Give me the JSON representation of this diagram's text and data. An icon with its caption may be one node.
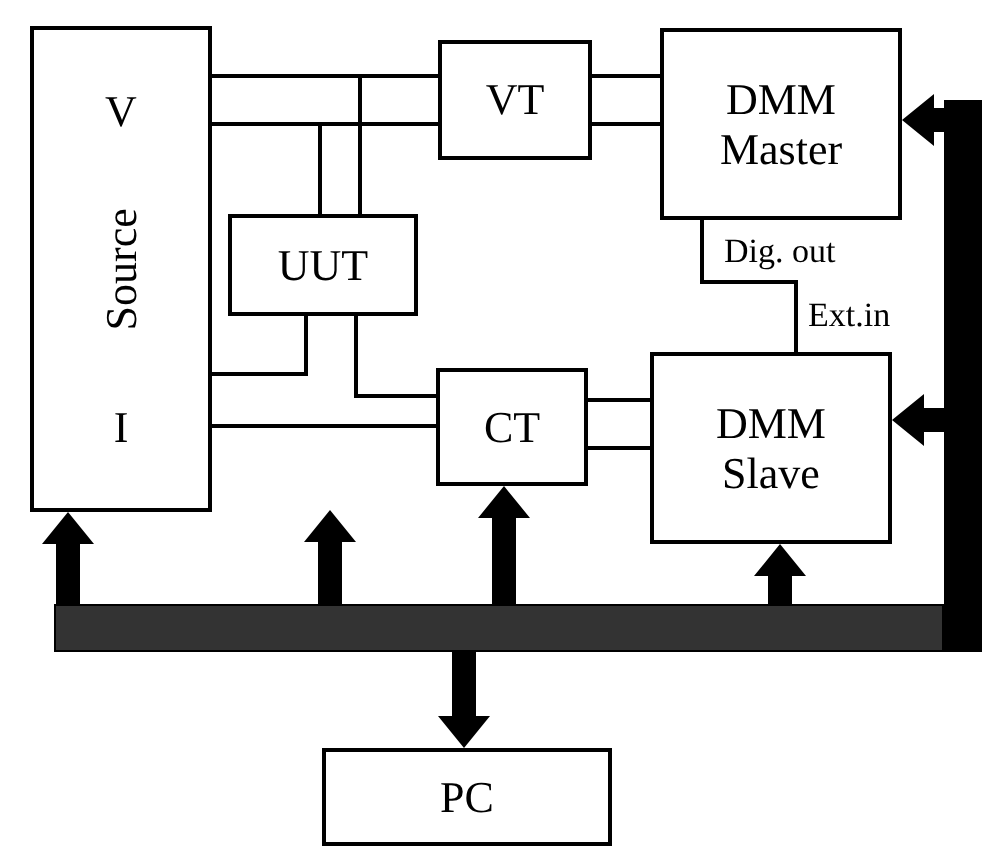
{
  "diagram": {
    "nodes": [
      {
        "text": [
          "V",
          "Source",
          "I"
        ]
      },
      {
        "text": [
          "VT"
        ]
      },
      {
        "text": [
          "DMM Master"
        ]
      },
      {
        "text": [
          "UUT"
        ]
      },
      {
        "text": [
          "CT"
        ]
      },
      {
        "text": [
          "DMM Slave"
        ]
      },
      {
        "text": [],
        "shape": "bar"
      },
      {
        "text": [],
        "shape": "bar"
      },
      {
        "text": [
          "PC"
        ]
      }
    ],
    "edges": [
      {
        "from": 0,
        "to": 1,
        "arrow": "none"
      },
      {
        "from": 0,
        "to": 1,
        "arrow": "none"
      },
      {
        "from": 3,
        "to": 1,
        "arrow": "none"
      },
      {
        "from": 3,
        "to": 1,
        "arrow": "none"
      },
      {
        "from": 1,
        "to": 2,
        "arrow": "none"
      },
      {
        "from": 1,
        "to": 2,
        "arrow": "none"
      },
      {
        "from": 3,
        "to": 0,
        "arrow": "none"
      },
      {
        "from": 3,
        "to": 4,
        "arrow": "none"
      },
      {
        "from": 0,
        "to": 4,
        "arrow": "none"
      },
      {
        "from": 4,
        "to": 5,
        "arrow": "none"
      },
      {
        "from": 4,
        "to": 5,
        "arrow": "none"
      },
      {
        "from": 2,
        "to": 5,
        "arrow": "none"
      },
      {
        "from": 6,
        "to": 0,
        "arrow": "to",
        "style": "thick"
      },
      {
        "from": 6,
        "to": null,
        "arrow": "to",
        "style": "thick"
      },
      {
        "from": 6,
        "to": 4,
        "arrow": "to",
        "style": "thick"
      },
      {
        "from": 6,
        "to": 5,
        "arrow": "to",
        "style": "thick"
      },
      {
        "from": 6,
        "to": 8,
        "arrow": "to",
        "style": "thick"
      },
      {
        "from": 7,
        "to": 2,
        "arrow": "to",
        "style": "thick"
      },
      {
        "from": 7,
        "to": 5,
        "arrow": "to",
        "style": "thick"
      }
    ],
    "labels": [
      "Dig. out",
      "Ext.in"
    ]
  }
}
